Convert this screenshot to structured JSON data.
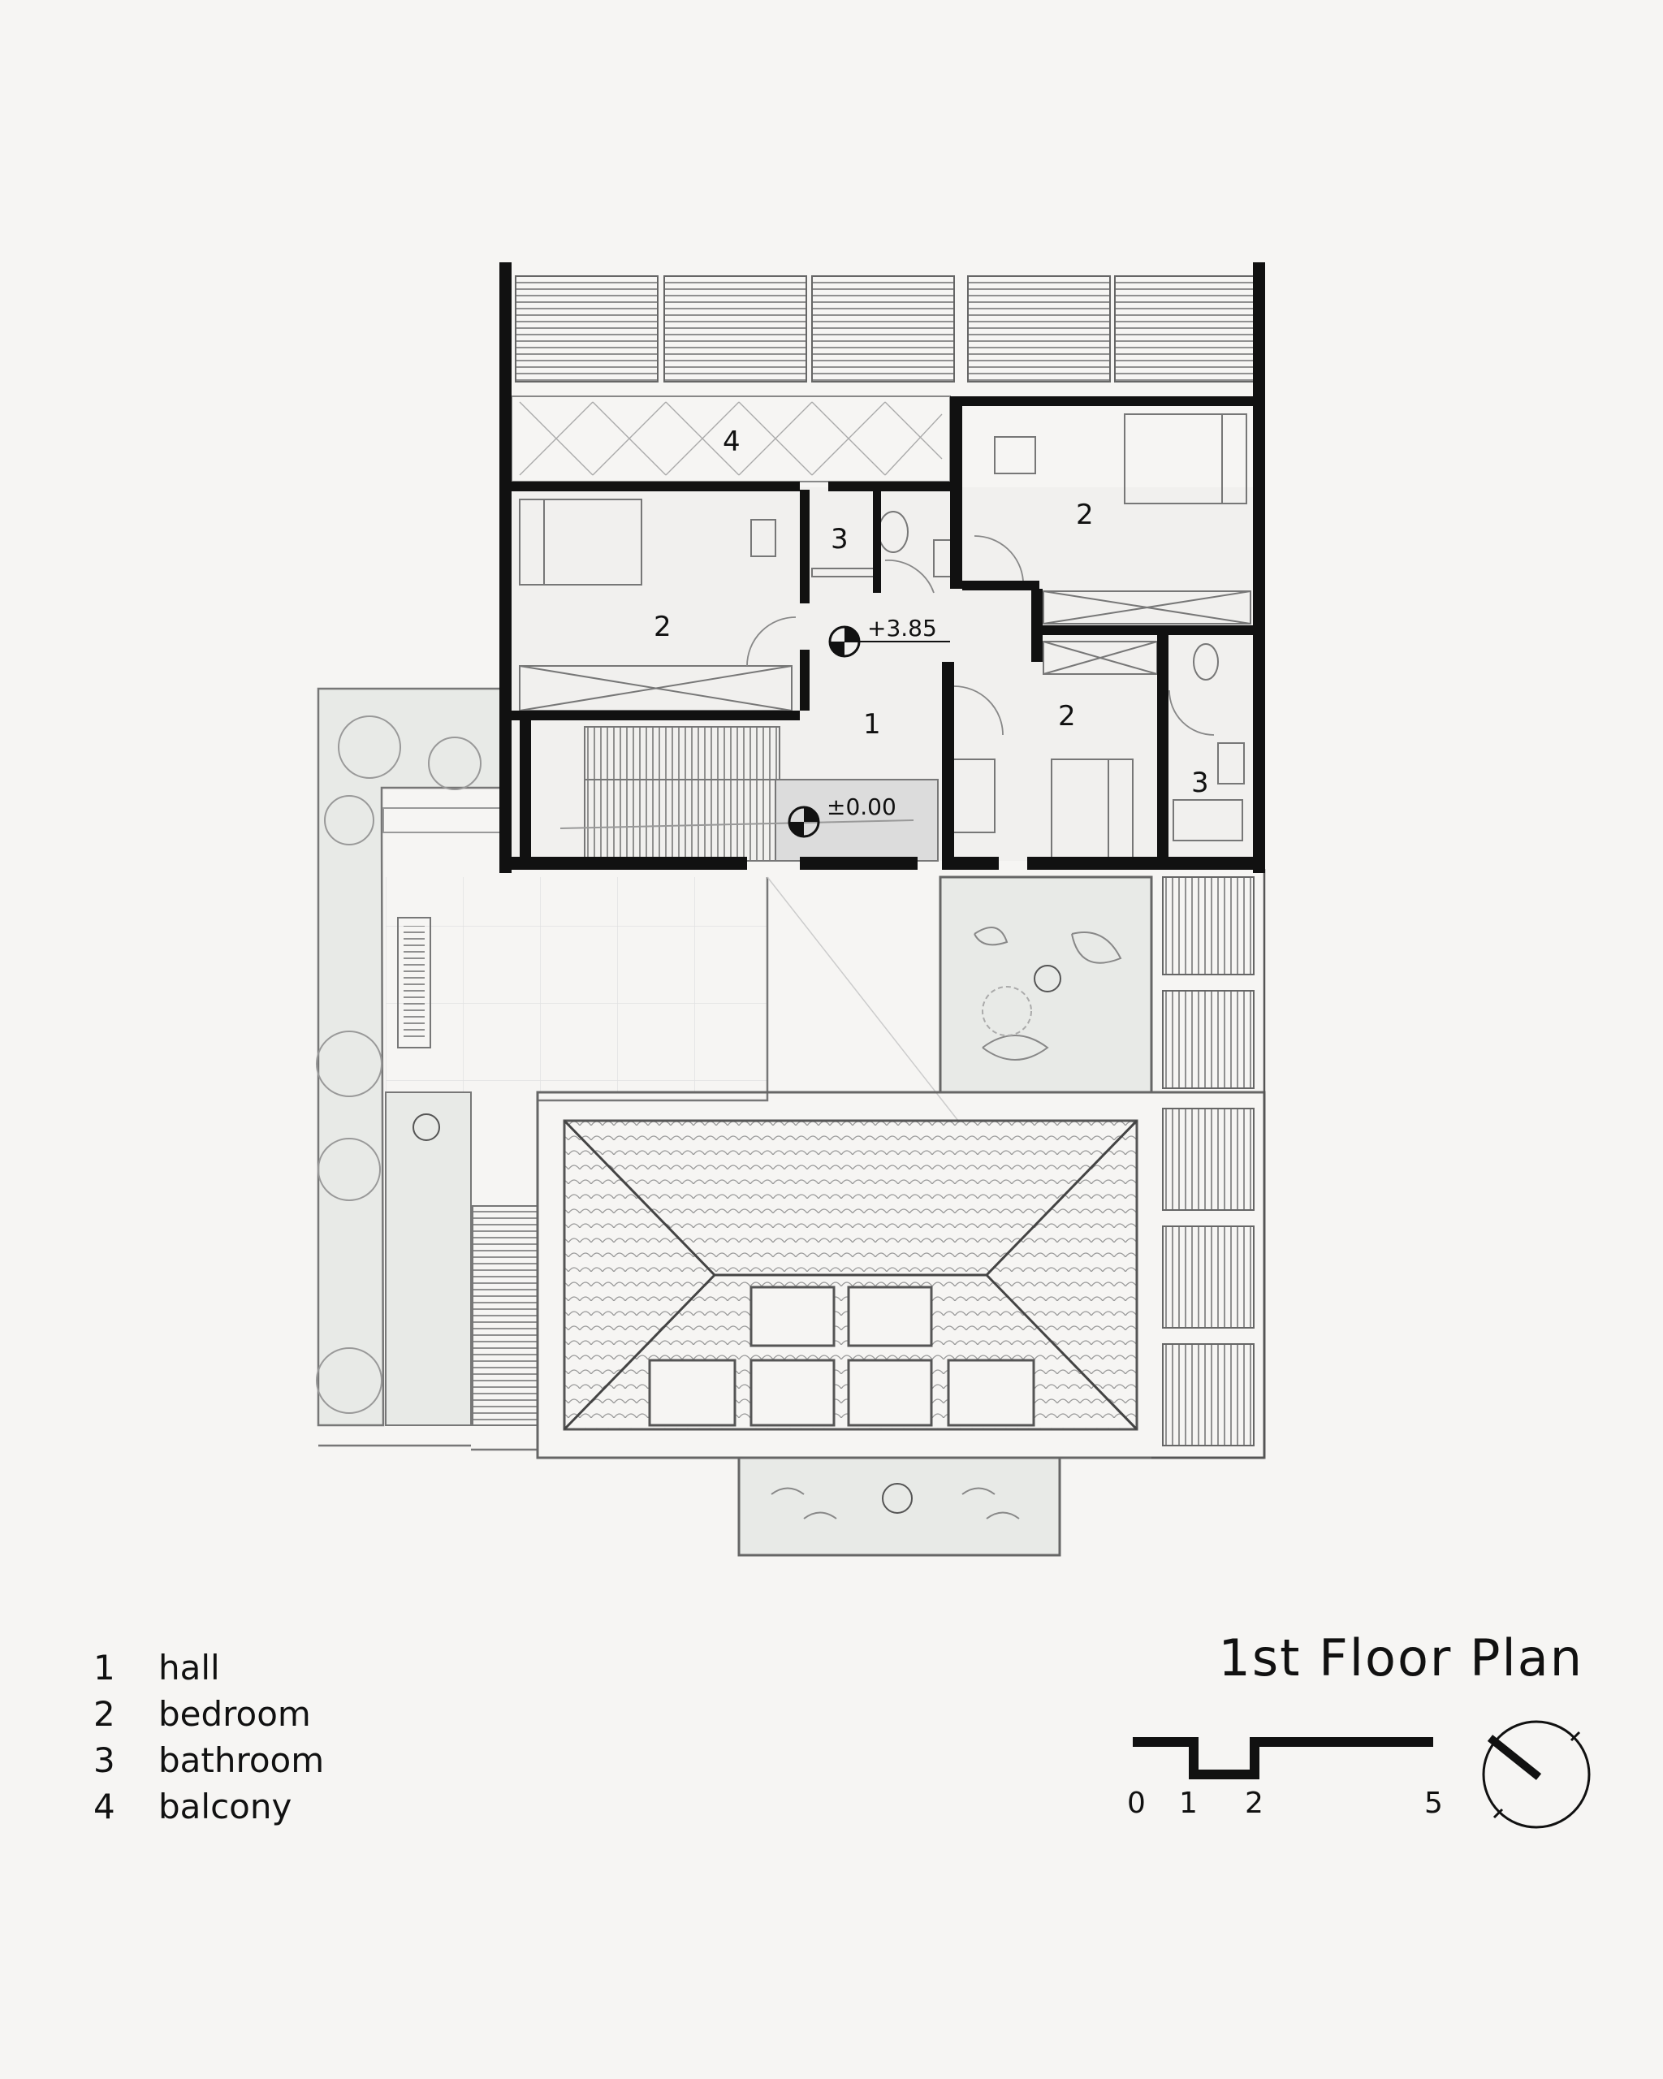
{
  "title": "1st Floor Plan",
  "legend": [
    {
      "num": "1",
      "label": "hall"
    },
    {
      "num": "2",
      "label": "bedroom"
    },
    {
      "num": "3",
      "label": "bathroom"
    },
    {
      "num": "4",
      "label": "balcony"
    }
  ],
  "rooms": {
    "balcony": "4",
    "bath_top": "3",
    "bath_right": "3",
    "bedroom_left": "2",
    "bedroom_top_right": "2",
    "bedroom_mid_right": "2",
    "hall": "1"
  },
  "levels": {
    "upper": "+3.85",
    "lower": "±0.00"
  },
  "scale_bar": {
    "ticks": [
      "0",
      "1",
      "2",
      "5"
    ]
  },
  "colors": {
    "background": "#f6f5f3",
    "wall": "#111111",
    "line": "#555555",
    "garden": "#e6e9e5",
    "stair_fill": "#dcdcdc"
  }
}
